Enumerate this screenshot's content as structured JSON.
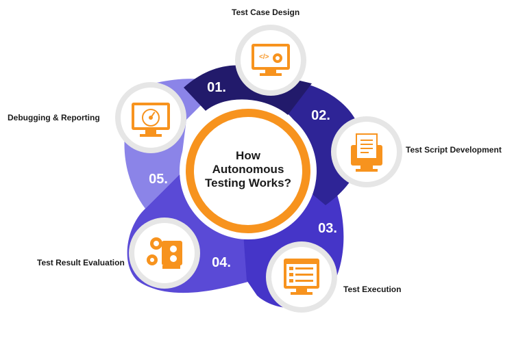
{
  "title": [
    "How",
    "Autonomous",
    "Testing Works?"
  ],
  "colors": {
    "accent": "#f7931e",
    "step1": "#221a6b",
    "step2": "#2e2496",
    "step3": "#4535c8",
    "step4": "#5a4ad6",
    "step5": "#8b84e8"
  },
  "steps": [
    {
      "number": "01.",
      "label": "Test Case Design",
      "icon": "monitor-code-gear-icon"
    },
    {
      "number": "02.",
      "label": "Test Script Development",
      "icon": "document-monitor-icon"
    },
    {
      "number": "03.",
      "label": "Test Execution",
      "icon": "browser-checklist-icon"
    },
    {
      "number": "04.",
      "label": "Test Result Evaluation",
      "icon": "gears-checklist-icon"
    },
    {
      "number": "05.",
      "label": "Debugging & Reporting",
      "icon": "monitor-gauge-icon"
    }
  ]
}
